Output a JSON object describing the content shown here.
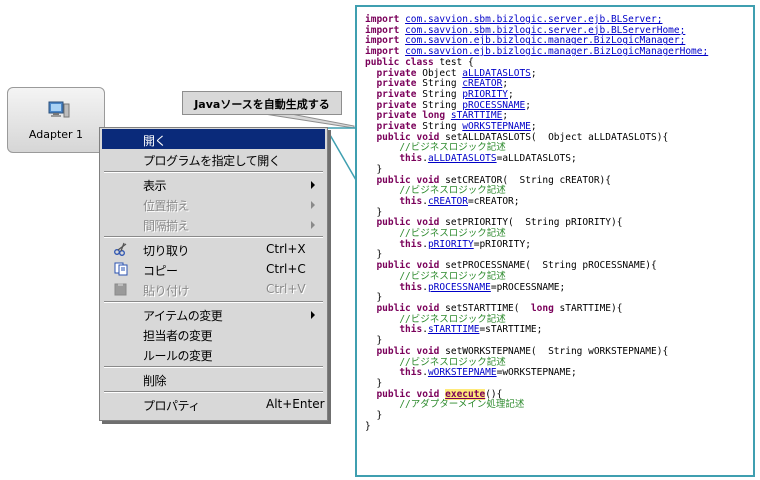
{
  "adapter": {
    "label": "Adapter 1",
    "icon": "computer-icon"
  },
  "callout": {
    "text": "Javaソースを自動生成する"
  },
  "menu": {
    "items": [
      {
        "label": "開く",
        "shortcut": "",
        "submenu": false,
        "state": "highlighted",
        "icon": ""
      },
      {
        "label": "プログラムを指定して開く",
        "shortcut": "",
        "submenu": false,
        "state": "normal",
        "icon": ""
      },
      {
        "label": "表示",
        "shortcut": "",
        "submenu": true,
        "state": "normal",
        "icon": ""
      },
      {
        "label": "位置揃え",
        "shortcut": "",
        "submenu": true,
        "state": "disabled",
        "icon": ""
      },
      {
        "label": "間隔揃え",
        "shortcut": "",
        "submenu": true,
        "state": "disabled",
        "icon": ""
      },
      {
        "label": "切り取り",
        "shortcut": "Ctrl+X",
        "submenu": false,
        "state": "normal",
        "icon": "scissors-icon"
      },
      {
        "label": "コピー",
        "shortcut": "Ctrl+C",
        "submenu": false,
        "state": "normal",
        "icon": "copy-icon"
      },
      {
        "label": "貼り付け",
        "shortcut": "Ctrl+V",
        "submenu": false,
        "state": "disabled",
        "icon": "paste-icon"
      },
      {
        "label": "アイテムの変更",
        "shortcut": "",
        "submenu": true,
        "state": "normal",
        "icon": ""
      },
      {
        "label": "担当者の変更",
        "shortcut": "",
        "submenu": false,
        "state": "normal",
        "icon": ""
      },
      {
        "label": "ルールの変更",
        "shortcut": "",
        "submenu": false,
        "state": "normal",
        "icon": ""
      },
      {
        "label": "削除",
        "shortcut": "",
        "submenu": false,
        "state": "normal",
        "icon": ""
      },
      {
        "label": "プロパティ",
        "shortcut": "Alt+Enter",
        "submenu": false,
        "state": "normal",
        "icon": ""
      }
    ]
  },
  "code": {
    "lines": [
      "import com.savvion.sbm.bizlogic.server.ejb.BLServer;",
      "import com.savvion.sbm.bizlogic.server.ejb.BLServerHome;",
      "import com.savvion.ejb.bizlogic.manager.BizLogicManager;",
      "import com.savvion.ejb.bizlogic.manager.BizLogicManagerHome;",
      "public class test {",
      "  private Object aLLDATASLOTS;",
      "  private String cREATOR;",
      "  private String pRIORITY;",
      "  private String pROCESSNAME;",
      "  private long sTARTTIME;",
      "  private String wORKSTEPNAME;",
      "  public void setALLDATASLOTS(  Object aLLDATASLOTS){",
      "      //ビジネスロジック記述",
      "      this.aLLDATASLOTS=aLLDATASLOTS;",
      "  }",
      "  public void setCREATOR(  String cREATOR){",
      "      //ビジネスロジック記述",
      "      this.cREATOR=cREATOR;",
      "  }",
      "  public void setPRIORITY(  String pRIORITY){",
      "      //ビジネスロジック記述",
      "      this.pRIORITY=pRIORITY;",
      "  }",
      "  public void setPROCESSNAME(  String pROCESSNAME){",
      "      //ビジネスロジック記述",
      "      this.pROCESSNAME=pROCESSNAME;",
      "  }",
      "  public void setSTARTTIME(  long sTARTTIME){",
      "      //ビジネスロジック記述",
      "      this.sTARTTIME=sTARTTIME;",
      "  }",
      "  public void setWORKSTEPNAME(  String wORKSTEPNAME){",
      "      //ビジネスロジック記述",
      "      this.wORKSTEPNAME=wORKSTEPNAME;",
      "  }",
      "  public void execute(){",
      "      //アダプターメイン処理記述",
      "  }",
      "}"
    ]
  },
  "colors": {
    "highlight": "#0a2a7a",
    "code_border": "#3f9fb0",
    "keyword": "#7a005a",
    "comment": "#2e8b2e"
  }
}
